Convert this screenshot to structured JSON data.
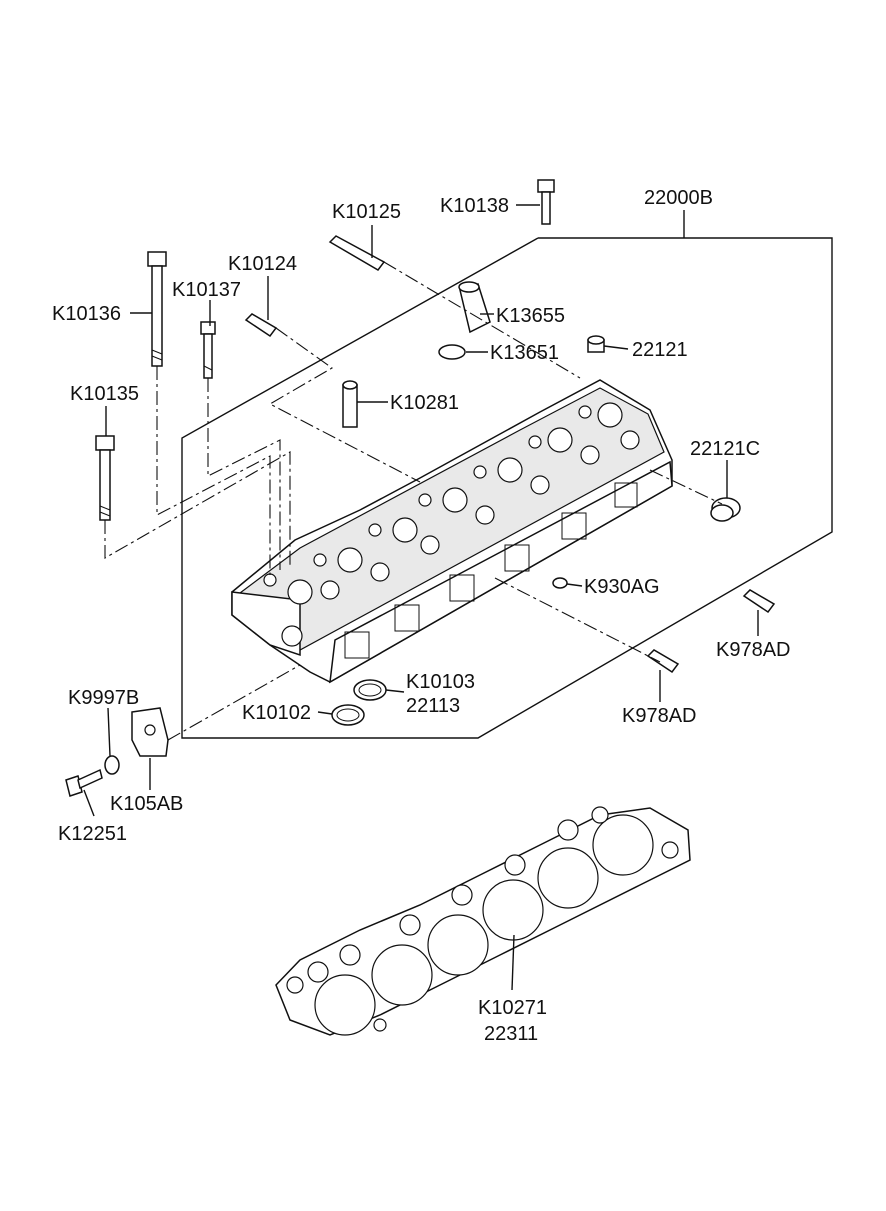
{
  "labels": {
    "k10138": "K10138",
    "k10125": "K10125",
    "g22000b": "22000B",
    "k10124": "K10124",
    "k10137": "K10137",
    "k10136": "K10136",
    "k13655": "K13655",
    "k13651": "K13651",
    "g22121": "22121",
    "k10281": "K10281",
    "k10135": "K10135",
    "g22121c": "22121C",
    "k930ag": "K930AG",
    "k978ad_upper": "K978AD",
    "k978ad_lower": "K978AD",
    "k10103": "K10103",
    "g22113": "22113",
    "k10102": "K10102",
    "k9997b": "K9997B",
    "k105ab": "K105AB",
    "k12251": "K12251",
    "k10271": "K10271",
    "g22311": "22311"
  }
}
